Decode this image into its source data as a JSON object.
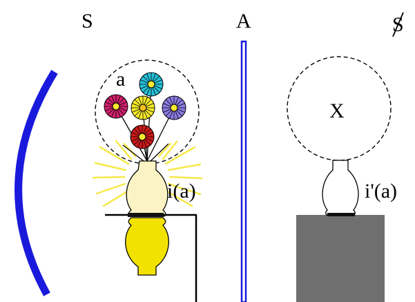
{
  "labels": {
    "s": "S",
    "a_top": "A",
    "s_struck": "S",
    "a_small": "a",
    "x": "X",
    "i_a": "i(a)",
    "i_prime_a": "i'(a)"
  },
  "colors": {
    "mirror_blue": "#1a1adc",
    "vase_yellow": "#f2e200",
    "vase_cream": "#fbf3c4",
    "rays": "#f7e94a",
    "box_gray": "#6f6f6f",
    "flower_cyan": "#25c1d9",
    "flower_magenta": "#d0206c",
    "flower_yellow": "#f5ea2a",
    "flower_violet": "#8a7be0",
    "flower_red": "#cc1a1a"
  },
  "icons": [
    "concave-mirror",
    "flat-mirror",
    "bouquet",
    "vase",
    "candle-glow",
    "box"
  ]
}
